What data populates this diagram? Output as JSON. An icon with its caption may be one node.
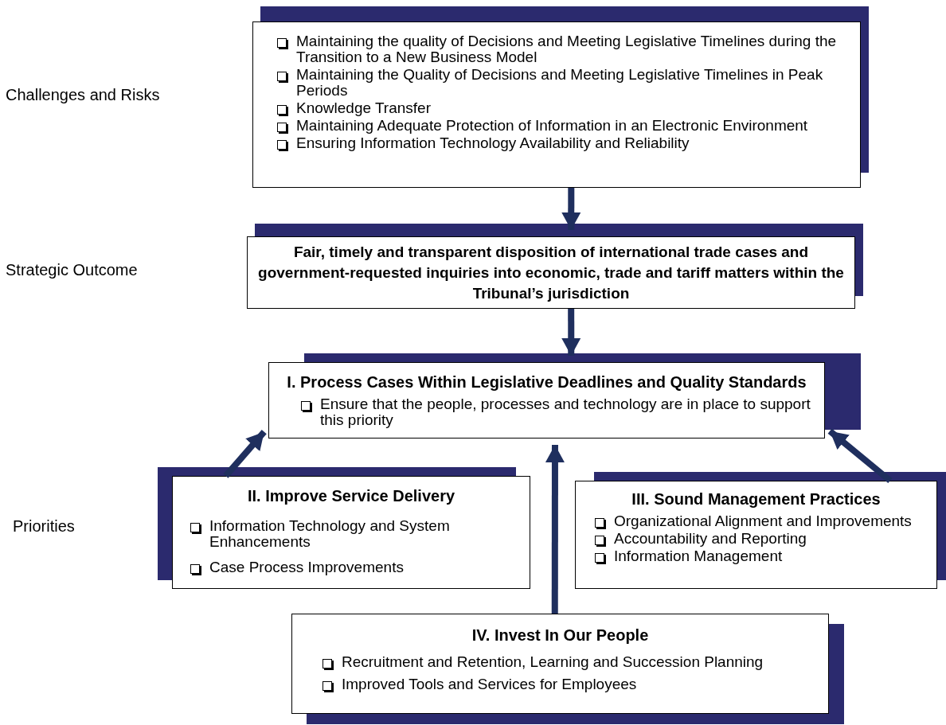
{
  "diagram": {
    "nodes": [
      {
        "text": [
          "Maintaining the quality of Decisions and Meeting Legislative Timelines during the Transition to a New Business Model",
          "Maintaining the Quality of Decisions and Meeting Legislative Timelines in Peak Periods",
          "Knowledge Transfer",
          "Maintaining Adequate Protection of Information in an Electronic Environment",
          "Ensuring Information Technology Availability and Reliability"
        ]
      },
      {
        "text": [
          "Fair, timely and transparent disposition of international trade cases and government-requested inquiries into economic, trade and tariff matters within the Tribunal’s jurisdiction"
        ]
      },
      {
        "text": [
          "I. Process Cases Within Legislative Deadlines and Quality Standards",
          "Ensure that the people, processes and technology are in place to support this priority"
        ]
      },
      {
        "text": [
          "II. Improve Service Delivery",
          "Information Technology and System Enhancements",
          "Case Process Improvements"
        ]
      },
      {
        "text": [
          "III. Sound Management Practices",
          "Organizational Alignment and Improvements",
          "Accountability and Reporting",
          "Information Management"
        ]
      },
      {
        "text": [
          "IV. Invest In Our People",
          "Recruitment and Retention, Learning and Succession Planning",
          "Improved Tools and Services for Employees"
        ]
      }
    ],
    "edges": [
      {
        "from": 0,
        "to": 1,
        "arrow": "to"
      },
      {
        "from": 1,
        "to": 2,
        "arrow": "to"
      },
      {
        "from": 3,
        "to": 2,
        "arrow": "to"
      },
      {
        "from": 4,
        "to": 2,
        "arrow": "to"
      },
      {
        "from": 5,
        "to": 2,
        "arrow": "to"
      }
    ],
    "labels": [
      "Challenges and Risks",
      "Strategic Outcome",
      "Priorities"
    ]
  }
}
